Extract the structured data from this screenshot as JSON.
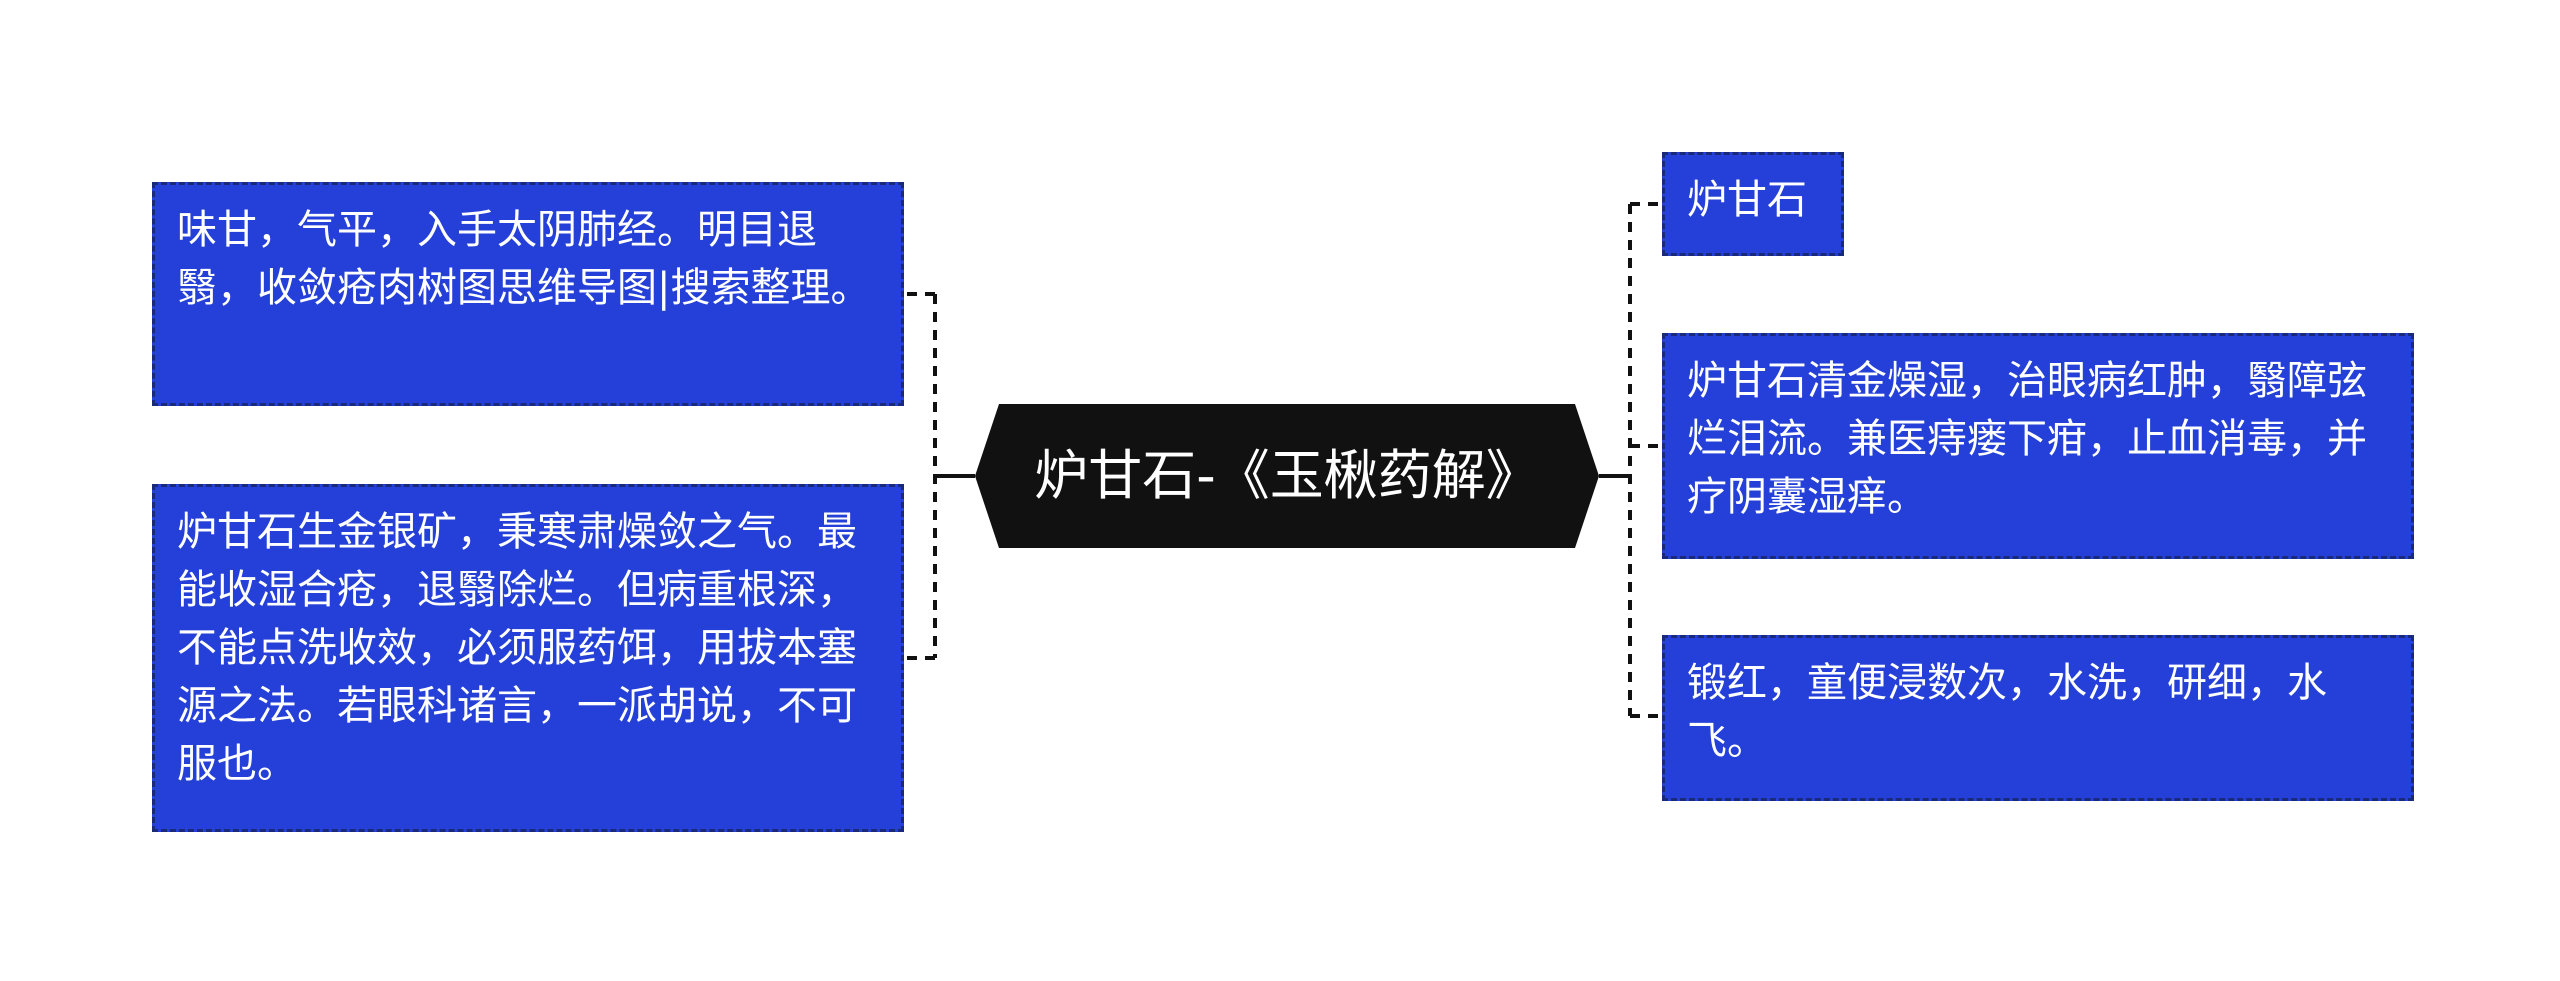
{
  "colors": {
    "node_fill": "#2440d8",
    "node_border": "#1a2a7a",
    "center_fill": "#111111",
    "text": "#ffffff",
    "connector": "#111111"
  },
  "center": {
    "title": "炉甘石-《玉楸药解》"
  },
  "left_nodes": [
    {
      "text": "味甘，气平，入手太阴肺经。明目退翳，收敛疮肉树图思维导图|搜索整理。"
    },
    {
      "text": "炉甘石生金银矿，秉寒肃燥敛之气。最能收湿合疮，退翳除烂。但病重根深，不能点洗收效，必须服药饵，用拔本塞源之法。若眼科诸言，一派胡说，不可服也。"
    }
  ],
  "right_nodes": [
    {
      "text": "炉甘石"
    },
    {
      "text": "炉甘石清金燥湿，治眼病红肿，翳障弦烂泪流。兼医痔瘘下疳，止血消毒，并疗阴囊湿痒。"
    },
    {
      "text": "锻红，童便浸数次，水洗，研细，水飞。"
    }
  ]
}
